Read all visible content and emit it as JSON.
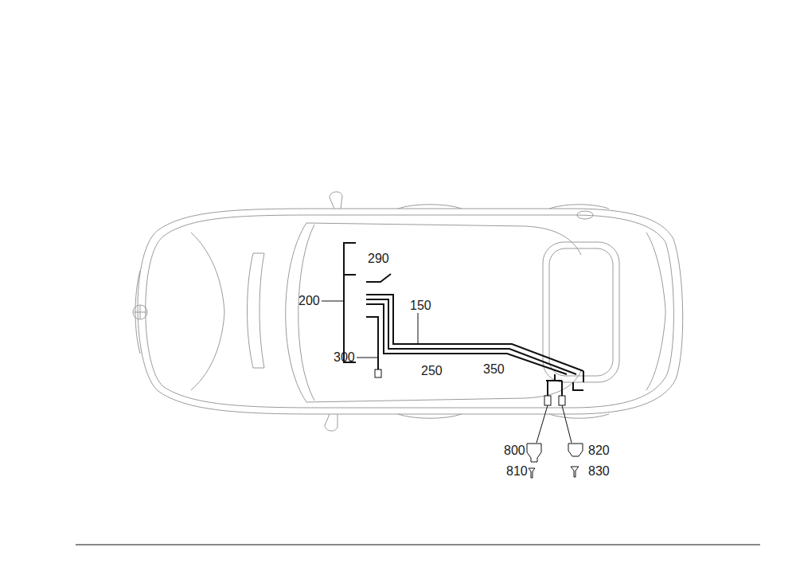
{
  "diagram": {
    "labels": [
      "290",
      "200",
      "150",
      "300",
      "250",
      "350",
      "800",
      "820",
      "810",
      "830"
    ]
  }
}
